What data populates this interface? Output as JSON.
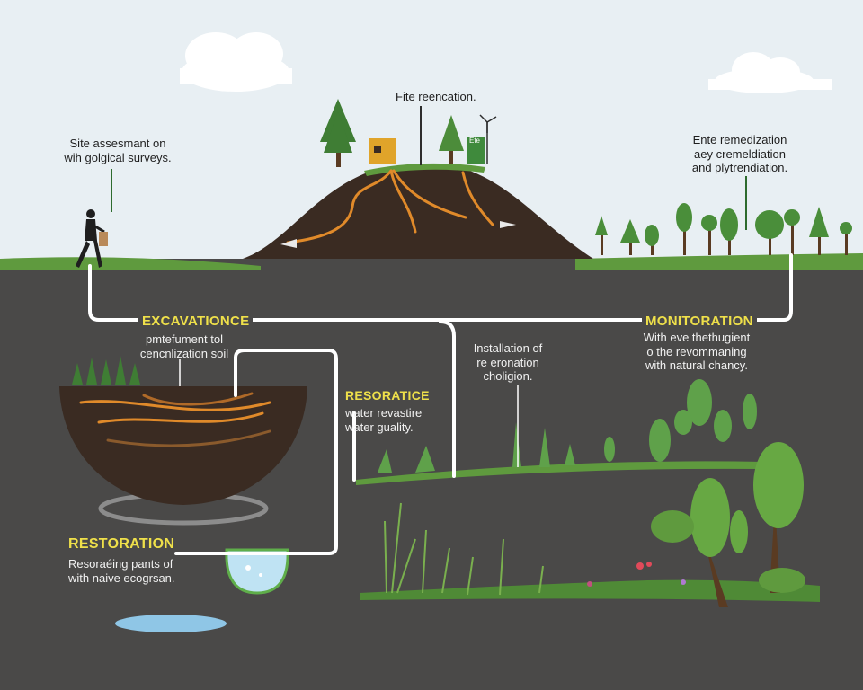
{
  "labels": {
    "site_assessment": [
      "Site assesmant on",
      "wih golgical surveys."
    ],
    "site_remediation_top": "Fite reencation.",
    "site_remediation_right": [
      "Ente remedization",
      "aey cremeldiation",
      "and plytrendiation."
    ],
    "excavation": {
      "title": "EXCAVATIONCE",
      "lines": [
        "pmtefument tol",
        "cencnlization soil"
      ]
    },
    "monitoring": {
      "title": "MONITORATION",
      "lines": [
        "With eve thethugient",
        "o the revommaning",
        "with natural chancy."
      ]
    },
    "installation": [
      "Installation of",
      "re eronation",
      "choligion."
    ],
    "resoratice": {
      "title": "RESORATICE",
      "lines": [
        "water revastire",
        "water guality."
      ]
    },
    "restoration": {
      "title": "RESTORATION",
      "lines": [
        "Resoraéing pants of",
        "with naive ecogrsan."
      ]
    },
    "building_sign": "Ete"
  },
  "colors": {
    "sky": "#e7eef2",
    "ground": "#4a4948",
    "soil": "#3a2b22",
    "grass": "#5f9a3e",
    "pipe": "#ffffff",
    "root": "#e08a2a",
    "accent_title": "#efe04a",
    "water": "#8fc6e6"
  },
  "icons": [
    "cloud-icon",
    "tree-icon",
    "wind-turbine-icon",
    "building-icon",
    "worker-icon",
    "water-drop-icon"
  ]
}
